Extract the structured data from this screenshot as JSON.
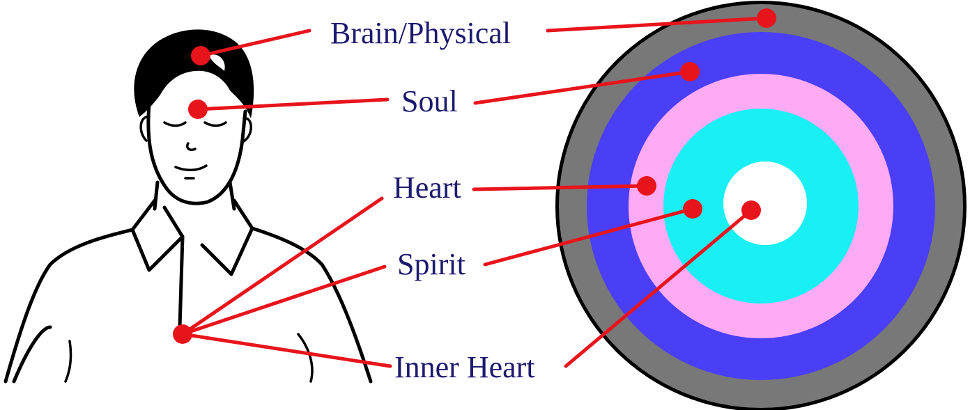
{
  "labels": {
    "brain": "Brain/Physical",
    "soul": "Soul",
    "heart": "Heart",
    "spirit": "Spirit",
    "inner_heart": "Inner Heart"
  },
  "colors": {
    "pointer": "#e8141c",
    "label_text": "#1c1a6e",
    "ring_physical": "#787878",
    "ring_soul": "#4a3ff7",
    "ring_heart": "#ffaaf5",
    "ring_spirit": "#19f0f4",
    "ring_inner_heart": "#ffffff"
  }
}
